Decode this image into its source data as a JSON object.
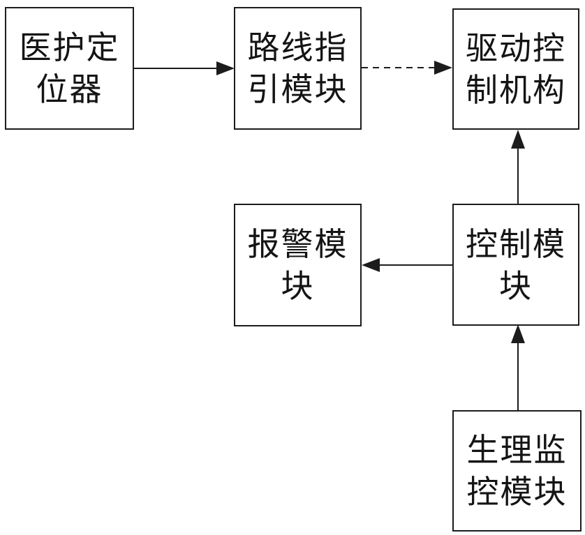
{
  "diagram": {
    "type": "block-diagram",
    "background_color": "#ffffff",
    "line_color": "#1c1c1c",
    "text_color": "#141414"
  },
  "nodes": [
    {
      "id": "medical-staff-positioner",
      "full_label": "医护定位器",
      "lines": [
        "医护定",
        "位器"
      ]
    },
    {
      "id": "route-guidance-module",
      "full_label": "路线指引模块",
      "lines": [
        "路线指",
        "引模块"
      ]
    },
    {
      "id": "drive-control-mechanism",
      "full_label": "驱动控制机构",
      "lines": [
        "驱动控",
        "制机构"
      ]
    },
    {
      "id": "alarm-module",
      "full_label": "报警模块",
      "lines": [
        "报警模",
        "块"
      ]
    },
    {
      "id": "control-module",
      "full_label": "控制模块",
      "lines": [
        "控制模",
        "块"
      ]
    },
    {
      "id": "physiological-monitoring-module",
      "full_label": "生理监控模块",
      "lines": [
        "生理监",
        "控模块"
      ]
    }
  ],
  "edges": [
    {
      "from": "医护定位器",
      "to": "路线指引模块",
      "style": "solid",
      "direction": "right"
    },
    {
      "from": "路线指引模块",
      "to": "驱动控制机构",
      "style": "dashed",
      "direction": "right"
    },
    {
      "from": "控制模块",
      "to": "驱动控制机构",
      "style": "solid",
      "direction": "up"
    },
    {
      "from": "控制模块",
      "to": "报警模块",
      "style": "solid",
      "direction": "left"
    },
    {
      "from": "生理监控模块",
      "to": "控制模块",
      "style": "solid",
      "direction": "up"
    }
  ]
}
